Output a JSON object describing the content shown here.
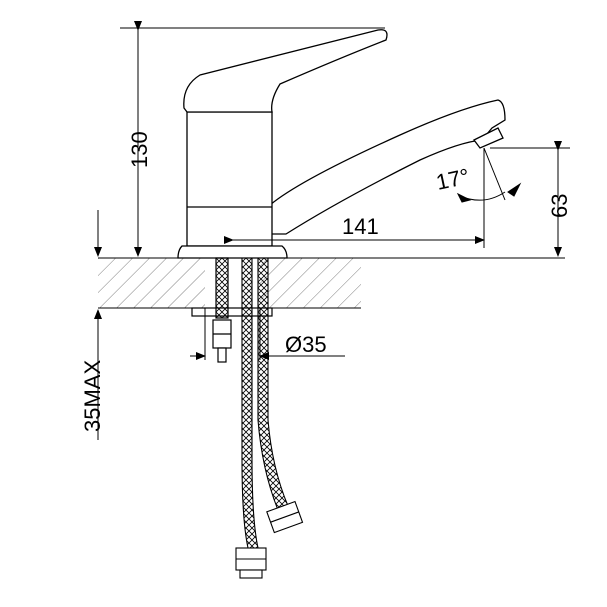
{
  "dimensions": {
    "height_total": "130",
    "spout_reach": "141",
    "spout_height": "63",
    "spout_angle": "17°",
    "hole_diameter": "Ø35",
    "max_thickness": "35MAX"
  },
  "colors": {
    "line": "#000000",
    "hatch": "#808080",
    "background": "#ffffff"
  }
}
